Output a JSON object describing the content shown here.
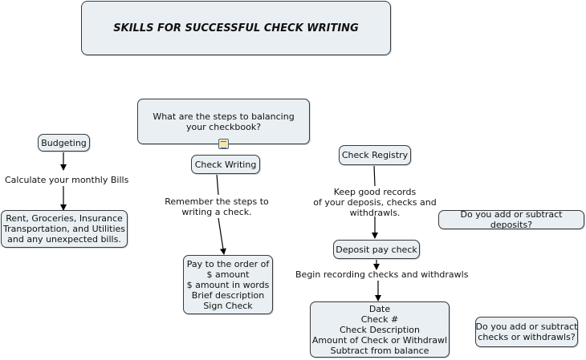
{
  "title": "SKILLS FOR SUCCESSFUL CHECK WRITING",
  "center_topic": [
    "What are the steps to balancing",
    "your checkbook?"
  ],
  "budgeting": {
    "node": "Budgeting",
    "relation": "Calculate your monthly Bills",
    "details": [
      "Rent, Groceries, Insurance",
      "Transportation, and Utilities",
      "and any unexpected bills."
    ]
  },
  "check_writing": {
    "node": "Check Writing",
    "relation": [
      "Remember the steps to",
      "writing a check."
    ],
    "details": [
      "Pay to the order of",
      "$ amount",
      "$ amount in words",
      "Brief description",
      "Sign Check"
    ]
  },
  "check_registry": {
    "node": "Check Registry",
    "relation": [
      "Keep good records",
      "of your deposis, checks and",
      "withdrawls."
    ],
    "deposit_node": "Deposit pay check",
    "deposit_relation": "Begin recording checks and withdrawls",
    "details": [
      "Date",
      "Check #",
      "Check Description",
      "Amount of Check or Withdrawl",
      "Subtract from balance"
    ]
  },
  "questions": {
    "deposits": "Do you add or subtract deposits?",
    "checks": [
      "Do you add or subtract",
      "checks or withdrawls?"
    ]
  }
}
